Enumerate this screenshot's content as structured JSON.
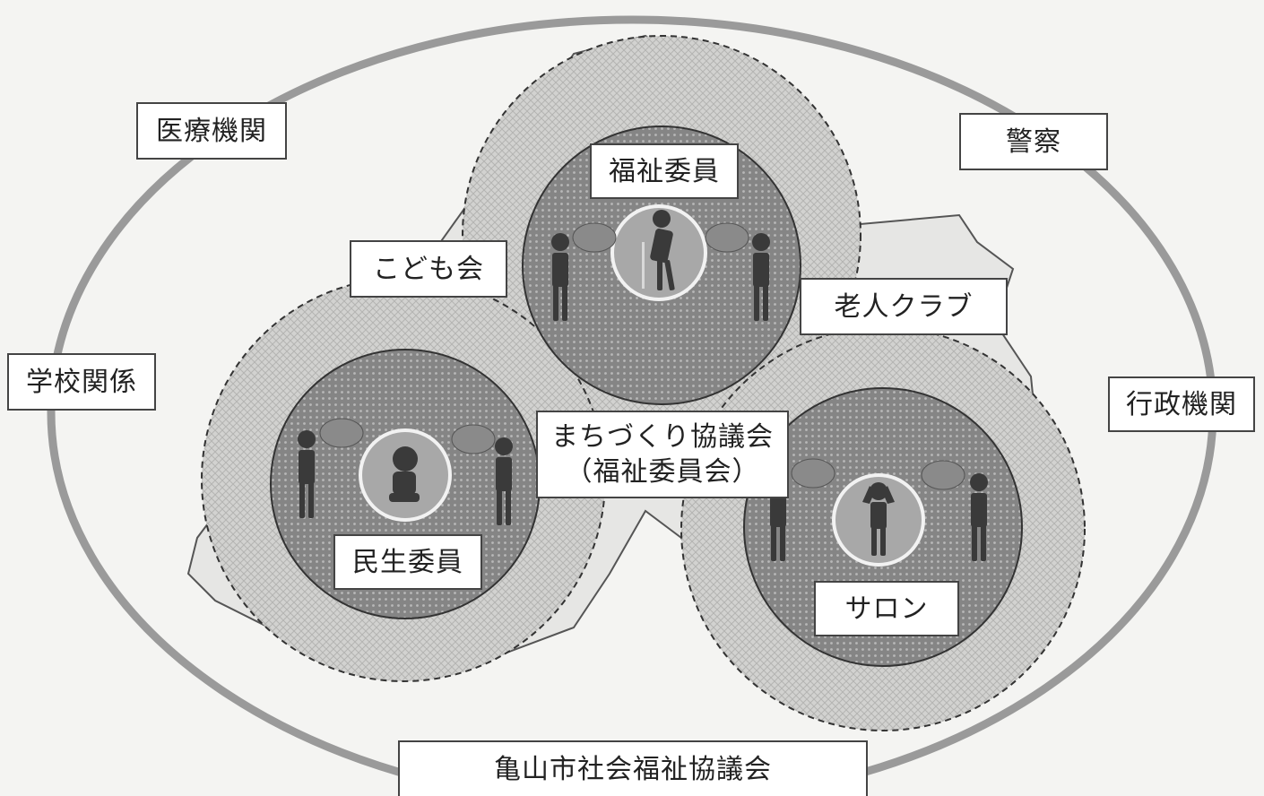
{
  "outer_labels": {
    "hospital": "医療機関",
    "police": "警察",
    "school": "学校関係",
    "government": "行政機関"
  },
  "groups": {
    "welfare_commissioner": "福祉委員",
    "children_club": "こども会",
    "senior_club": "老人クラブ",
    "district_council_line1": "まちづくり協議会",
    "district_council_line2": "（福祉委員会）",
    "minsei_commissioner": "民生委員",
    "salon": "サロン"
  },
  "footer": {
    "organization": "亀山市社会福祉協議会"
  },
  "colors": {
    "outer_ellipse": "#9a9a9a",
    "community_circle": "#d6d6d4",
    "core_circle": "#8c8c8c",
    "figure": "#3a3a3a",
    "bubble": "#8a8a8a",
    "label_border": "#444444"
  }
}
